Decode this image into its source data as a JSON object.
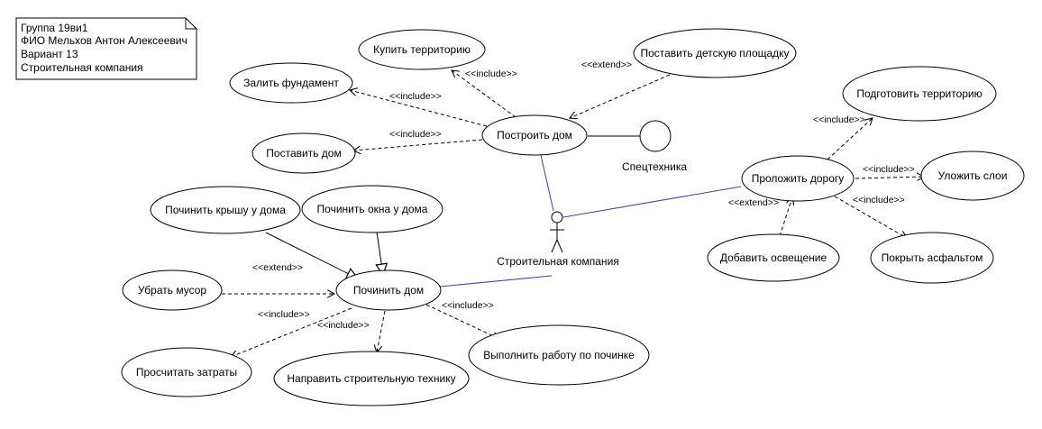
{
  "note": {
    "lines": [
      "Группа 19ви1",
      "ФИО Мельхов Антон Алексеевич",
      "Вариант 13",
      "Строительная компания"
    ]
  },
  "actors": {
    "company": "Строительная компания",
    "equipment": "Спецтехника"
  },
  "use_cases": {
    "buy_land": "Купить территорию",
    "pour_foundation": "Залить фундамент",
    "place_house": "Поставить дом",
    "build_house": "Построить дом",
    "playground": "Поставить детскую площадку",
    "prepare_land": "Подготовить территорию",
    "lay_road": "Проложить дорогу",
    "lay_layers": "Уложить слои",
    "add_lighting": "Добавить освещение",
    "asphalt": "Покрыть асфальтом",
    "fix_roof": "Починить крышу у дома",
    "fix_windows": "Починить окна у дома",
    "fix_house": "Починить дом",
    "remove_trash": "Убрать мусор",
    "calc_costs": "Просчитать затраты",
    "send_equipment": "Направить строительную технику",
    "do_repair": "Выполнить работу по починке"
  },
  "stereotypes": {
    "include": "<<include>>",
    "extend": "<<extend>>"
  },
  "colors": {
    "association": "#3f3f9f",
    "line": "#000000",
    "fill": "#ffffff"
  }
}
